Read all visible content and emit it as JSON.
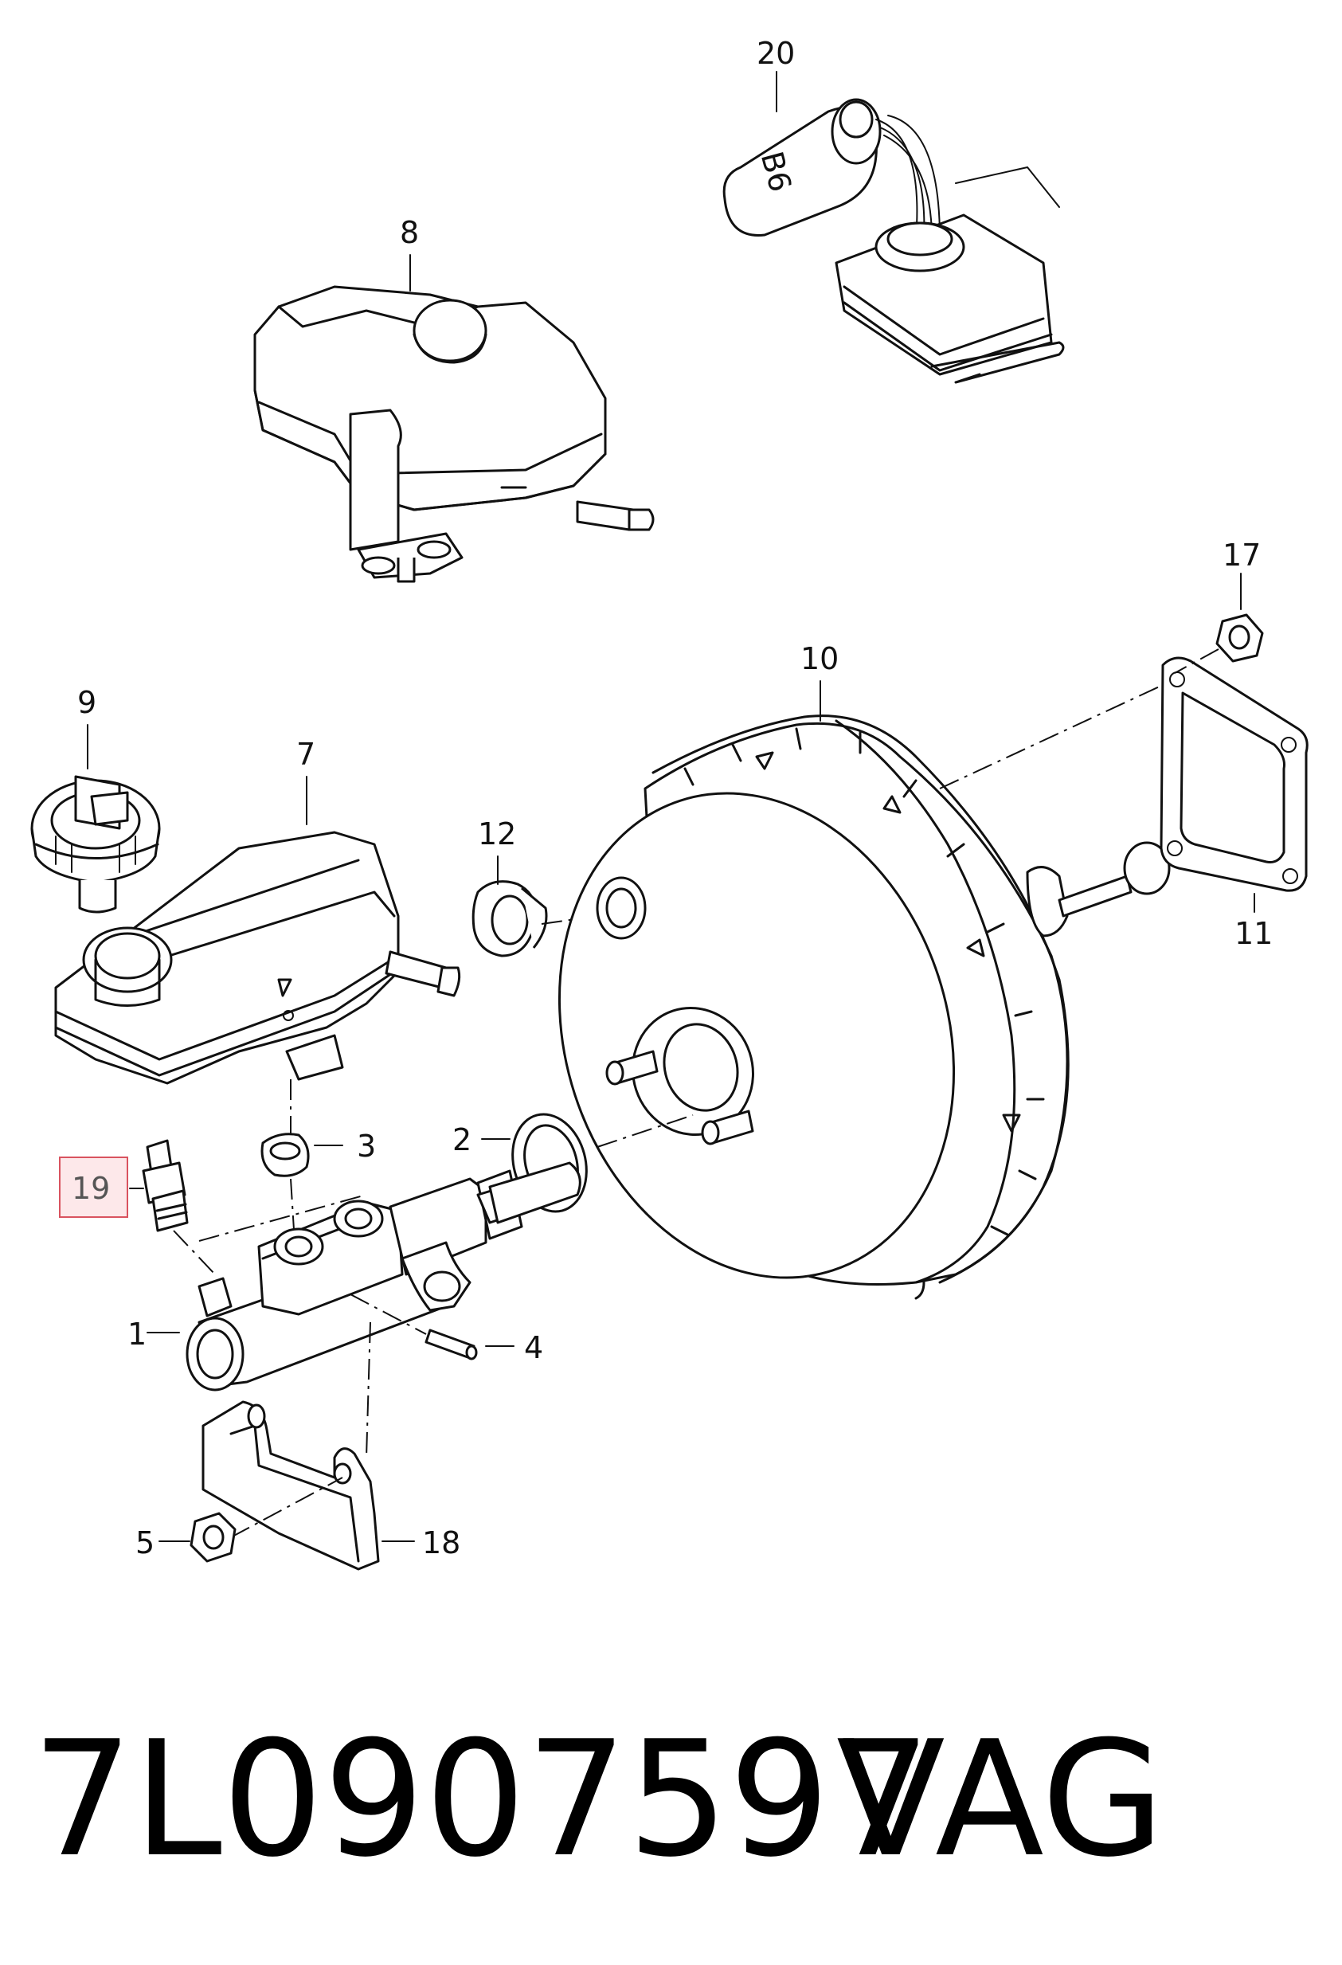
{
  "callouts": {
    "c1": "1",
    "c2": "2",
    "c3": "3",
    "c4": "4",
    "c5": "5",
    "c7": "7",
    "c8": "8",
    "c9": "9",
    "c10": "10",
    "c11": "11",
    "c12": "12",
    "c17": "17",
    "c18": "18",
    "c19": "19",
    "c20": "20"
  },
  "part_label": "B6",
  "highlight_color": "#d9535f",
  "footer": {
    "part_number": "7L0907597",
    "brand": "VAG"
  }
}
